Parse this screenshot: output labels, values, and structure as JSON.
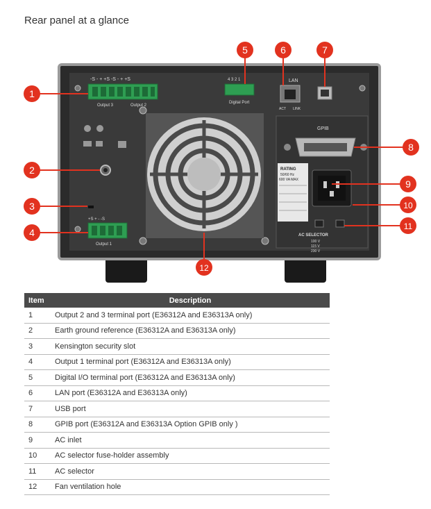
{
  "page": {
    "title": "Rear panel at a glance"
  },
  "figure": {
    "callouts": [
      "1",
      "2",
      "3",
      "4",
      "5",
      "6",
      "7",
      "8",
      "9",
      "10",
      "11",
      "12"
    ],
    "accent": "#e2321f",
    "panel_labels": {
      "output3": "Output 3",
      "output2": "Output 2",
      "output1": "Output 1",
      "output_top_pins": "-S  -  +  +S -S  -  +  +S",
      "output1_pins": "+S  +  -  -S",
      "digital_port": "Digital Port",
      "digital_pins": "4  3  2  1",
      "lan": "LAN",
      "act": "ACT",
      "link": "LINK",
      "gpib": "GPIB",
      "rating_title": "RATING",
      "rating_freq": "50/60 Hz",
      "rating_va": "600 VA MAX",
      "ac_selector": "AC SELECTOR",
      "selector_rows": [
        "100 V",
        "115 V",
        "230 V"
      ]
    }
  },
  "table": {
    "headers": {
      "item": "Item",
      "description": "Description"
    },
    "rows": [
      {
        "item": "1",
        "description": "Output 2 and 3 terminal port (E36312A and E36313A only)"
      },
      {
        "item": "2",
        "description": "Earth ground reference (E36312A and E36313A only)"
      },
      {
        "item": "3",
        "description": "Kensington security slot"
      },
      {
        "item": "4",
        "description": "Output 1 terminal port (E36312A and E36313A only)"
      },
      {
        "item": "5",
        "description": "Digital I/O terminal port (E36312A and E36313A only)"
      },
      {
        "item": "6",
        "description": "LAN port (E36312A and E36313A only)"
      },
      {
        "item": "7",
        "description": "USB port"
      },
      {
        "item": "8",
        "description": "GPIB port (E36312A and E36313A Option GPIB only )"
      },
      {
        "item": "9",
        "description": "AC inlet"
      },
      {
        "item": "10",
        "description": "AC selector fuse-holder assembly"
      },
      {
        "item": "11",
        "description": "AC selector"
      },
      {
        "item": "12",
        "description": "Fan ventilation hole"
      }
    ]
  }
}
